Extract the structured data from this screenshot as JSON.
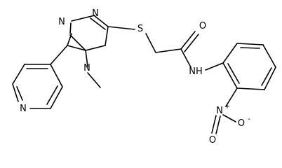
{
  "molecule": {
    "atoms": [
      {
        "id": "N_tri1",
        "label": "N"
      },
      {
        "id": "N_tri2",
        "label": "N"
      },
      {
        "id": "N_tri4",
        "label": "N"
      },
      {
        "id": "S",
        "label": "S"
      },
      {
        "id": "O_carbonyl",
        "label": "O"
      },
      {
        "id": "N_pyridine",
        "label": "N"
      },
      {
        "id": "NH_amide",
        "label": "NH"
      },
      {
        "id": "N_nitro",
        "label": "N",
        "charge": "+"
      },
      {
        "id": "O_nitro_minus",
        "label": "O",
        "charge": "-"
      },
      {
        "id": "O_nitro_double",
        "label": "O"
      }
    ]
  }
}
